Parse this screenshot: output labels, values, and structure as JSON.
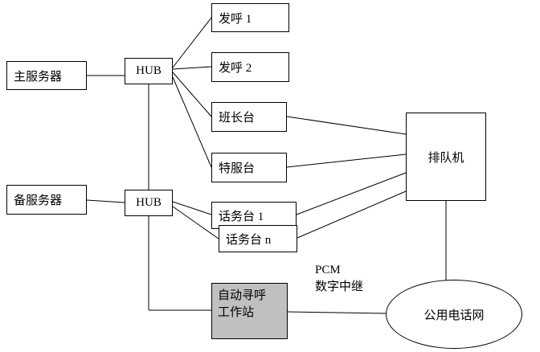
{
  "nodes": {
    "main_server": "主服务器",
    "backup_server": "备服务器",
    "hub_top": "HUB",
    "hub_bottom": "HUB",
    "caller_1": "发呼 1",
    "caller_2": "发呼 2",
    "supervisor_console": "班长台",
    "special_service_console": "特服台",
    "operator_console_1": "话务台 1",
    "operator_console_n": "话务台 n",
    "queue_machine": "排队机",
    "paging_station_line1": "自动寻呼",
    "paging_station_line2": "工作站",
    "pstn": "公用电话网"
  },
  "labels": {
    "pcm_line1": "PCM",
    "pcm_line2": "数字中继"
  },
  "colors": {
    "background": "#ffffff",
    "box_border": "#000000",
    "paging_station_fill": "#c0c0c0",
    "line": "#000000"
  }
}
